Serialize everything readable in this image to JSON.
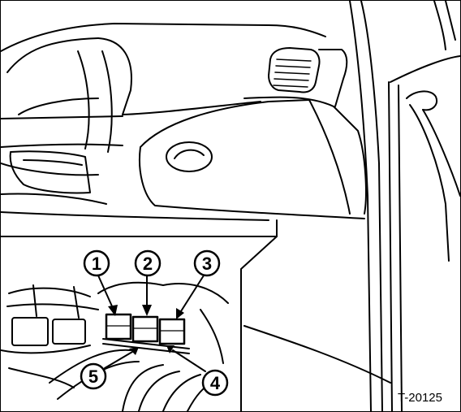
{
  "diagram": {
    "reference": "T-20125",
    "callouts": [
      {
        "id": "1"
      },
      {
        "id": "2"
      },
      {
        "id": "3"
      },
      {
        "id": "4"
      },
      {
        "id": "5"
      }
    ]
  }
}
